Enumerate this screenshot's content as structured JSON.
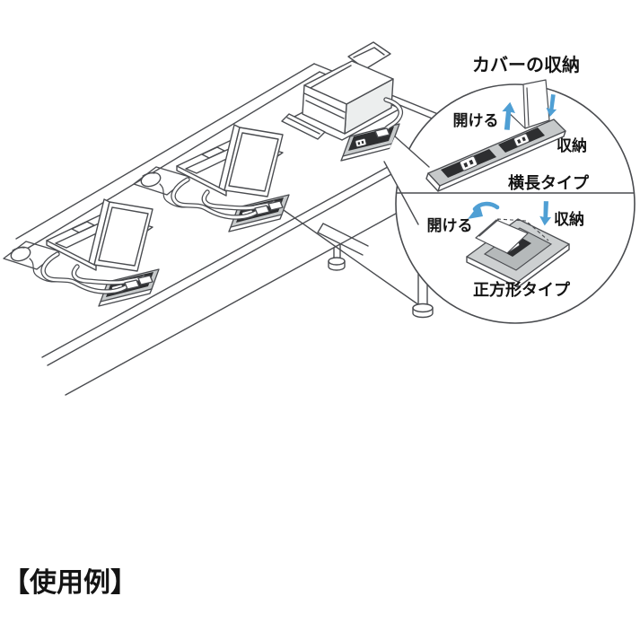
{
  "caption": "【使用例】",
  "callout": {
    "title": "カバーの収納",
    "landscape": {
      "open": "開ける",
      "stow": "収納",
      "type": "横長タイプ"
    },
    "square": {
      "open": "開ける",
      "stow": "収納",
      "type": "正方形タイプ"
    }
  },
  "colors": {
    "ink": "#4a4c50",
    "text": "#141414",
    "arrow-blue": "#4f9fd4",
    "strip-rim": "#c6c9ca",
    "outlet-dark": "#2d2e30",
    "plate-gray": "#cdd0d1",
    "recess-gray": "#b5b9ba",
    "printer-side": "#eceeee"
  }
}
